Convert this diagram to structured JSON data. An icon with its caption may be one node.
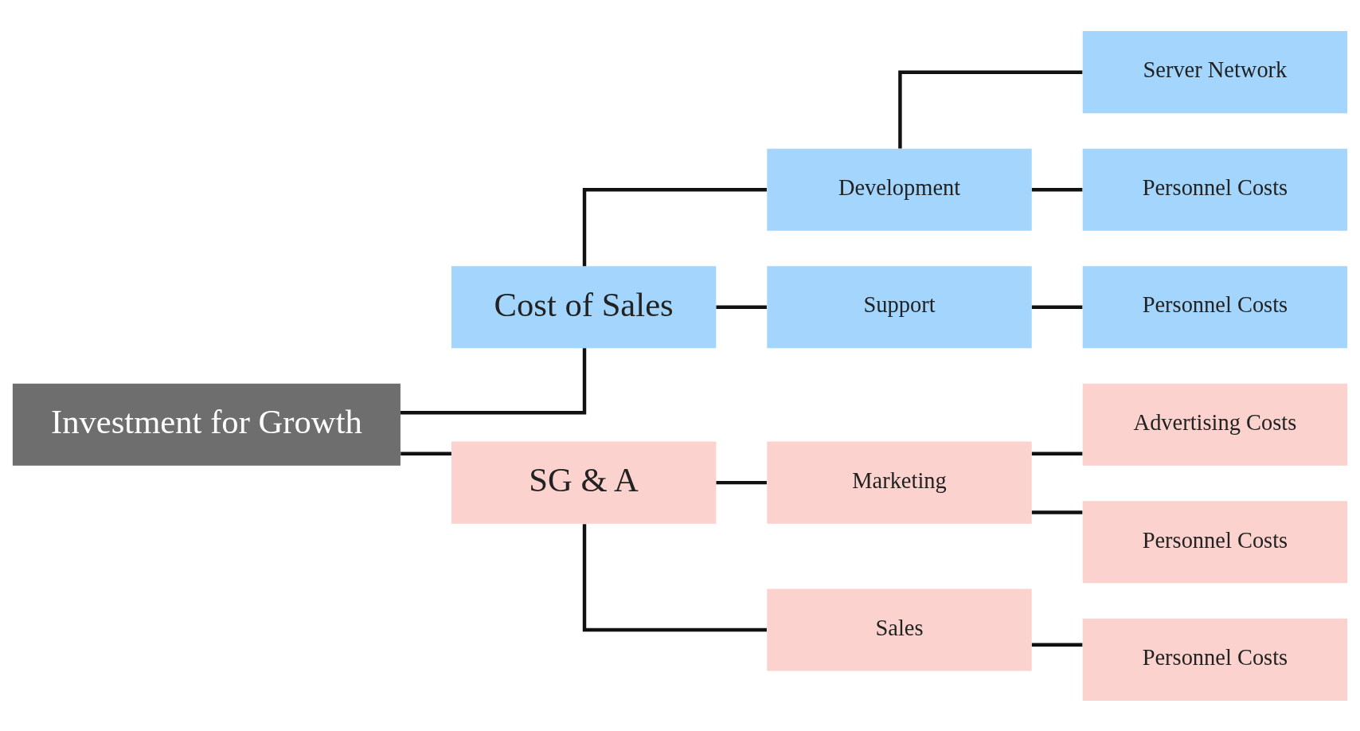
{
  "diagram": {
    "nodes": [
      {
        "text": [
          "Investment for Growth"
        ]
      },
      {
        "text": [
          "Cost of Sales"
        ]
      },
      {
        "text": [
          "Development"
        ]
      },
      {
        "text": [
          "Server Network"
        ]
      },
      {
        "text": [
          "Personnel Costs"
        ]
      },
      {
        "text": [
          "Support"
        ]
      },
      {
        "text": [
          "Personnel Costs"
        ]
      },
      {
        "text": [
          "SG & A"
        ]
      },
      {
        "text": [
          "Marketing"
        ]
      },
      {
        "text": [
          "Advertising Costs"
        ]
      },
      {
        "text": [
          "Personnel Costs"
        ]
      },
      {
        "text": [
          "Sales"
        ]
      },
      {
        "text": [
          "Personnel Costs"
        ]
      }
    ],
    "edges": [
      {
        "from": 0,
        "to": 1,
        "arrow": "none"
      },
      {
        "from": 0,
        "to": 7,
        "arrow": "none"
      },
      {
        "from": 1,
        "to": 2,
        "arrow": "none"
      },
      {
        "from": 1,
        "to": 5,
        "arrow": "none"
      },
      {
        "from": 2,
        "to": 3,
        "arrow": "none"
      },
      {
        "from": 2,
        "to": 4,
        "arrow": "none"
      },
      {
        "from": 5,
        "to": 6,
        "arrow": "none"
      },
      {
        "from": 7,
        "to": 8,
        "arrow": "none"
      },
      {
        "from": 7,
        "to": 11,
        "arrow": "none"
      },
      {
        "from": 8,
        "to": 9,
        "arrow": "none"
      },
      {
        "from": 8,
        "to": 10,
        "arrow": "none"
      },
      {
        "from": 11,
        "to": 12,
        "arrow": "none"
      }
    ]
  }
}
